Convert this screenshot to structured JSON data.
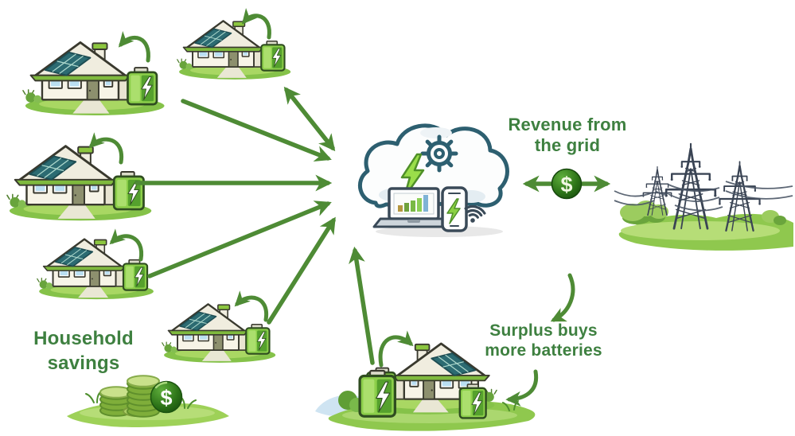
{
  "diagram": {
    "background": "#ffffff",
    "labels": {
      "revenue": {
        "line1": "Revenue from",
        "line2": "the grid"
      },
      "household": {
        "line1": "Household",
        "line2": "savings"
      },
      "surplus": {
        "line1": "Surplus buys",
        "line2": "more batteries"
      }
    },
    "symbols": {
      "dollar_sign": "$",
      "coin_dollar_sign": "$"
    },
    "colors": {
      "arrow_green": "#4e8b35",
      "text_green": "#3e8040",
      "dollar_circle_dark": "#2d7418",
      "battery_green": "#8ccf4a",
      "solar_panel_teal": "#2c6b72",
      "grass_green": "#85c249",
      "cloud_outline": "#2d5f70",
      "device_outline": "#3a4a58",
      "tower_slate": "#3a4454",
      "coin_green": "#8fba3f",
      "lightning_green": "#9ade4a"
    },
    "nodes": [
      {
        "name": "solar-home-1",
        "icon": "house-solar-battery-icon"
      },
      {
        "name": "solar-home-2",
        "icon": "house-solar-battery-icon"
      },
      {
        "name": "solar-home-3",
        "icon": "house-solar-battery-icon"
      },
      {
        "name": "solar-home-4",
        "icon": "house-solar-battery-icon"
      },
      {
        "name": "solar-home-5",
        "icon": "house-solar-battery-icon"
      },
      {
        "name": "vpp-cloud-hub",
        "icon": "cloud-gear-lightning-laptop-phone-icon"
      },
      {
        "name": "power-grid",
        "icon": "transmission-towers-icon"
      },
      {
        "name": "storage-home",
        "icon": "house-solar-two-batteries-icon"
      },
      {
        "name": "savings-coins",
        "icon": "coin-stacks-dollar-icon"
      }
    ],
    "connections": [
      {
        "from": "solar-home-1",
        "to": "vpp-cloud-hub",
        "style": "arrow"
      },
      {
        "from": "solar-home-2",
        "to": "vpp-cloud-hub",
        "style": "double-arrow"
      },
      {
        "from": "solar-home-3",
        "to": "vpp-cloud-hub",
        "style": "arrow"
      },
      {
        "from": "solar-home-4",
        "to": "vpp-cloud-hub",
        "style": "arrow"
      },
      {
        "from": "solar-home-5",
        "to": "vpp-cloud-hub",
        "style": "arrow"
      },
      {
        "from": "storage-home",
        "to": "vpp-cloud-hub",
        "style": "arrow"
      },
      {
        "from": "vpp-cloud-hub",
        "to": "power-grid",
        "style": "double-arrow-dollar"
      },
      {
        "from": "power-grid",
        "to": "surplus-label",
        "style": "curved-arrow"
      },
      {
        "from": "surplus-label",
        "to": "storage-home-battery",
        "style": "curved-arrow"
      },
      {
        "from": "solar-home-1",
        "to": "solar-home-1",
        "style": "self-loop-arrow"
      },
      {
        "from": "solar-home-2",
        "to": "solar-home-2",
        "style": "self-loop-arrow"
      },
      {
        "from": "solar-home-3",
        "to": "solar-home-3",
        "style": "self-loop-arrow"
      },
      {
        "from": "solar-home-4",
        "to": "solar-home-4",
        "style": "self-loop-arrow"
      },
      {
        "from": "solar-home-5",
        "to": "solar-home-5",
        "style": "self-loop-arrow"
      },
      {
        "from": "storage-home",
        "to": "storage-home",
        "style": "self-loop-arrow"
      }
    ]
  }
}
